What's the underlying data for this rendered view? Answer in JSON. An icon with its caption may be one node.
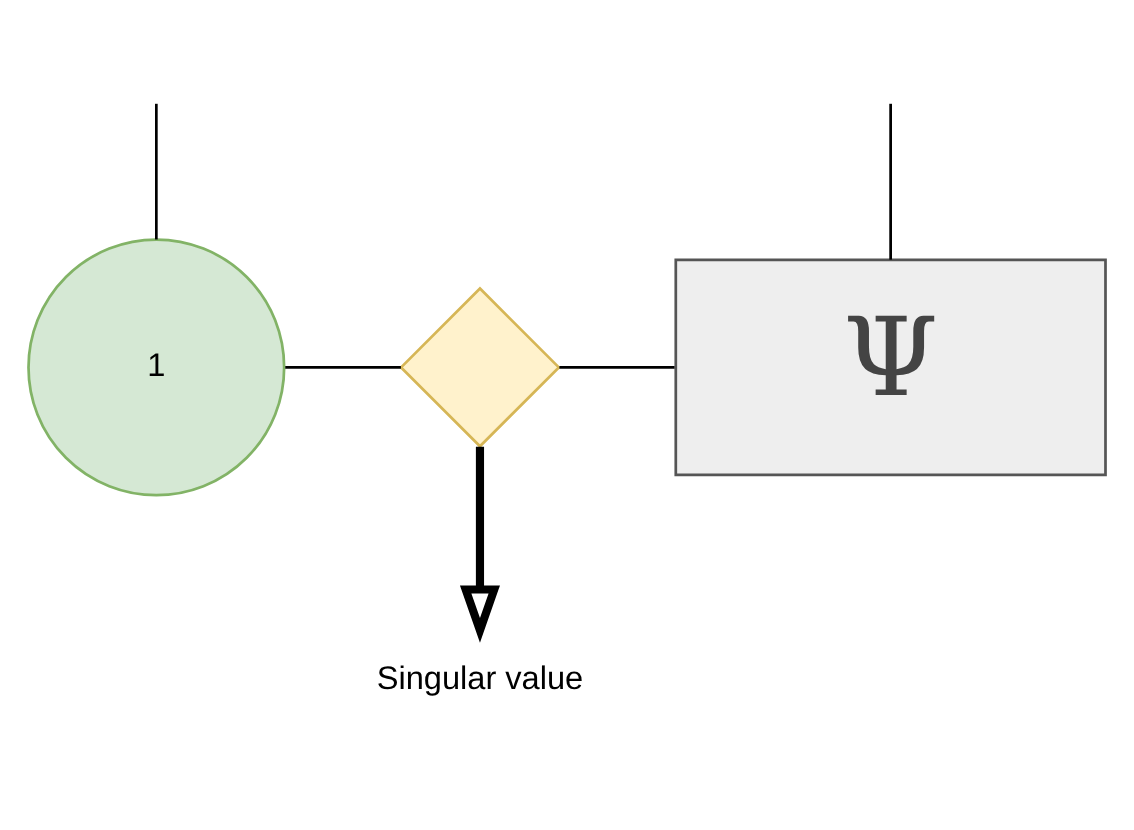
{
  "diagram": {
    "nodes": [
      {
        "text": [
          "1"
        ]
      },
      {
        "text": [],
        "shape": "diamond"
      },
      {
        "text": [
          "Ψ"
        ]
      },
      {
        "text": [
          "Singular value"
        ]
      }
    ],
    "edges": [
      {
        "from": null,
        "to": 0,
        "arrow": "none"
      },
      {
        "from": null,
        "to": 2,
        "arrow": "none"
      },
      {
        "from": 0,
        "to": 1,
        "arrow": "none"
      },
      {
        "from": 1,
        "to": 2,
        "arrow": "none"
      },
      {
        "from": 1,
        "to": 3,
        "arrow": "to",
        "style": "thick"
      }
    ]
  }
}
